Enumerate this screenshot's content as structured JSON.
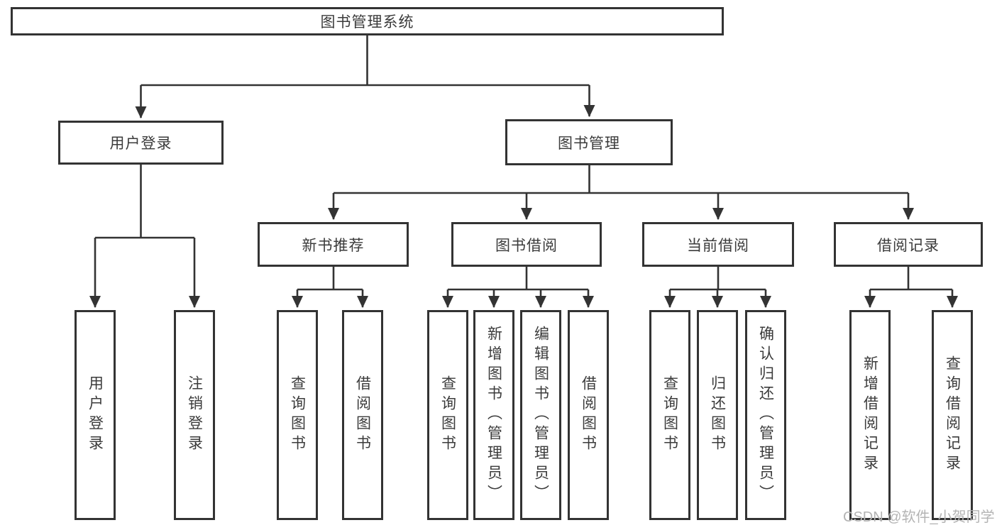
{
  "diagram_title": "图书管理系统",
  "tree": {
    "label": "图书管理系统",
    "children": [
      {
        "label": "用户登录",
        "children": [
          {
            "label": "用户登录"
          },
          {
            "label": "注销登录"
          }
        ]
      },
      {
        "label": "图书管理",
        "children": [
          {
            "label": "新书推荐",
            "children": [
              {
                "label": "查询图书"
              },
              {
                "label": "借阅图书"
              }
            ]
          },
          {
            "label": "图书借阅",
            "children": [
              {
                "label": "查询图书"
              },
              {
                "label": "新增图书（管理员）"
              },
              {
                "label": "编辑图书（管理员）"
              },
              {
                "label": "借阅图书"
              }
            ]
          },
          {
            "label": "当前借阅",
            "children": [
              {
                "label": "查询图书"
              },
              {
                "label": "归还图书"
              },
              {
                "label": "确认归还（管理员）"
              }
            ]
          },
          {
            "label": "借阅记录",
            "children": [
              {
                "label": "新增借阅记录"
              },
              {
                "label": "查询借阅记录"
              }
            ]
          }
        ]
      }
    ]
  },
  "watermark": "CSDN @软件_小贺同学",
  "colors": {
    "line": "#333333",
    "text": "#3b3b3b",
    "background": "#ffffff",
    "watermark": "#b4b4b4"
  }
}
